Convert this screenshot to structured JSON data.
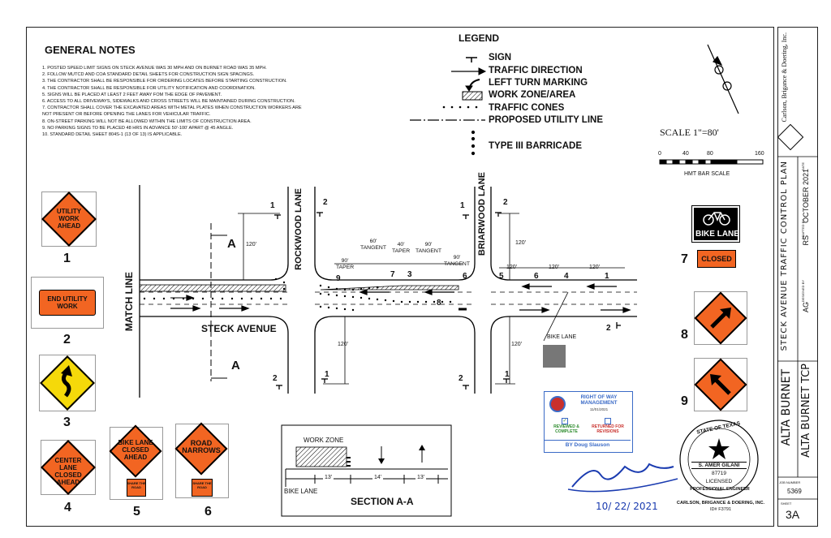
{
  "general_notes": {
    "title": "GENERAL NOTES",
    "items": [
      "1.  POSTED SPEED LIMIT SIGNS ON STECK AVENUE WAS 30 MPH AND ON BURNET ROAD WAS 35 MPH.",
      "2.  FOLLOW MUTCD AND COA STANDARD DETAIL SHEETS FOR CONSTRUCTION SIGN SPACINGS.",
      "3.  THE CONTRACTOR SHALL BE RESPONSIBLE FOR ORDERING LOCATES BEFORE STARTING CONSTRUCTION.",
      "4.  THE CONTRACTOR SHALL BE RESPONSIBLE FOR UTILITY NOTIFICATION AND COORDINATION.",
      "5.  SIGNS WILL BE PLACED AT LEAST 2 FEET AWAY FOM THE EDGE OF PAVEMENT.",
      "6.  ACCESS TO ALL DRIVEWAYS, SIDEWALKS AND CROSS STREETS WILL BE MAINTAINED DURING CONSTRUCTION.",
      "7.  CONTRACTOR SHALL COVER THE EXCAVATED AREAS WITH METAL PLATES WHEN CONSTRUCTION WORKERS ARE",
      "     NOT PRESENT OR BEFORE OPENING THE LANES FOR VEHICULAR TRAFFIC.",
      "8.  ON-STREET PARKING WILL NOT BE ALLOWED WITHIN THE LIMITS OF CONSTRUCTION AREA.",
      "9.  NO PARKING SIGNS TO BE PLACED 48 HRS IN ADVANCE 50'-100' APART @ 45 ANGLE.",
      "10. STANDARD DETAIL SHEET 804S-1 (13 OF 13) IS APPLICABLE."
    ]
  },
  "legend": {
    "title": "LEGEND",
    "items": [
      "SIGN",
      "TRAFFIC DIRECTION",
      "LEFT TURN MARKING",
      "WORK ZONE/AREA",
      "TRAFFIC CONES",
      "PROPOSED UTILITY LINE",
      "TYPE III BARRICADE"
    ]
  },
  "scale": {
    "label": "SCALE   1\"=80'",
    "ticks": [
      "0",
      "40",
      "80",
      "160"
    ],
    "caption": "HMT BAR SCALE"
  },
  "signs": [
    {
      "num": "1",
      "text": "UTILITY WORK AHEAD"
    },
    {
      "num": "2",
      "text": "END UTILITY WORK"
    },
    {
      "num": "3",
      "text": ""
    },
    {
      "num": "4",
      "text": "CENTER LANE CLOSED AHEAD"
    },
    {
      "num": "5",
      "text": "BIKE LANE CLOSED AHEAD",
      "plaque": "SHARE THE ROAD"
    },
    {
      "num": "6",
      "text": "ROAD NARROWS",
      "plaque": "SHARE THE ROAD"
    },
    {
      "num": "7",
      "text": "BIKE LANE",
      "plaque": "CLOSED"
    },
    {
      "num": "8",
      "text": ""
    },
    {
      "num": "9",
      "text": ""
    }
  ],
  "plan": {
    "match_line": "MATCH LINE",
    "street_main": "STECK AVENUE",
    "street_left": "ROCKWOOD LANE",
    "street_right": "BRIARWOOD LANE",
    "section_mark": "A",
    "bike_lane": "BIKE LANE",
    "dims": {
      "d120": "120'",
      "taper90": "90'",
      "taper_lbl": "TAPER",
      "tan60": "60'",
      "tan_lbl": "TANGENT",
      "taper40": "40'",
      "tan90": "90'"
    }
  },
  "section": {
    "title": "SECTION A-A",
    "work_zone": "WORK ZONE",
    "bike_lane": "BIKE LANE",
    "dims": [
      "13'",
      "14'",
      "13'"
    ]
  },
  "row_stamp": {
    "title": "RIGHT OF WAY MANAGEMENT",
    "date": "11/01/2021",
    "reviewed": "REVIEWED & COMPLETE",
    "returned": "RETURNED FOR REVISIONS",
    "by": "BY Doug Slauson"
  },
  "seal": {
    "state": "STATE OF TEXAS",
    "name": "S. AMER GILANI",
    "number": "87719",
    "licensed": "LICENSED",
    "profession": "PROFESSIONAL ENGINEER",
    "firm": "CARLSON, BRIGANCE & DOERING, INC.",
    "firm_id": "ID# F3791"
  },
  "signature": {
    "name": "AGilani",
    "date": "10/ 22/ 2021"
  },
  "title_block": {
    "company": "Carlson, Brigance & Doering, Inc.",
    "sheet_title": "STECK AVENUE  TRAFFIC  CONTROL  PLAN",
    "date_label": "DATE",
    "date": "OCTOBER 2021",
    "drafted_label": "DRAFTED BY",
    "drafted": "RS",
    "designed_label": "DESIGNED BY",
    "designed": "AG",
    "job_name": "ALTA  BURNET",
    "project": "ALTA BURNET TCP",
    "job_number_label": "JOB NUMBER",
    "job_number": "5369",
    "sheet_label": "SHEET",
    "sheet": "3A"
  }
}
